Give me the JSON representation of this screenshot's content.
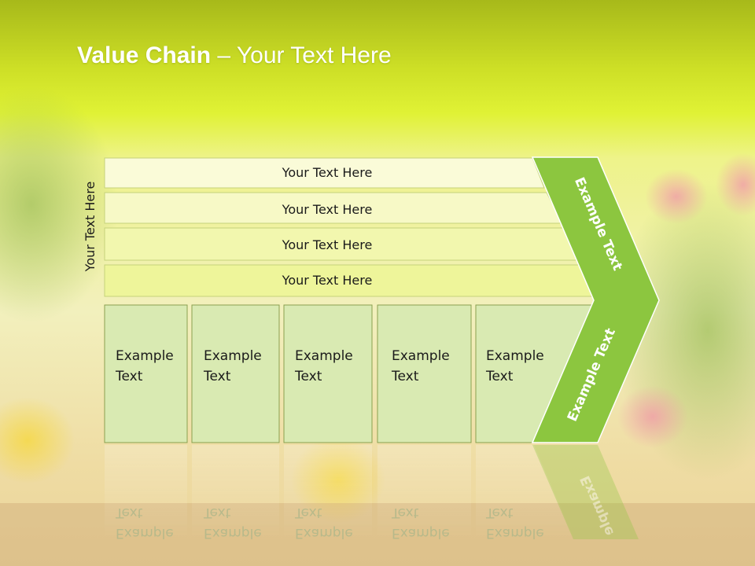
{
  "slide": {
    "title_bold": "Value Chain",
    "title_rest": " – Your Text Here",
    "side_label": "Your Text Here",
    "bars": [
      "Your Text Here",
      "Your Text Here",
      "Your Text Here",
      "Your Text Here"
    ],
    "boxes": [
      {
        "line1": "Example",
        "line2": "Text"
      },
      {
        "line1": "Example",
        "line2": "Text"
      },
      {
        "line1": "Example",
        "line2": "Text"
      },
      {
        "line1": "Example",
        "line2": "Text"
      },
      {
        "line1": "Example",
        "line2": "Text"
      }
    ],
    "arrow_upper": "Example Text",
    "arrow_lower": "Example Text",
    "reflection_arrow": "Example"
  },
  "colors": {
    "accent_green": "#8cc63f",
    "title_band": "#c8dd2a",
    "bar_fill_light": "#fafbd8",
    "bar_fill_dark": "#eef59a",
    "box_fill": "#d9eab2",
    "box_border": "#8aa050"
  }
}
